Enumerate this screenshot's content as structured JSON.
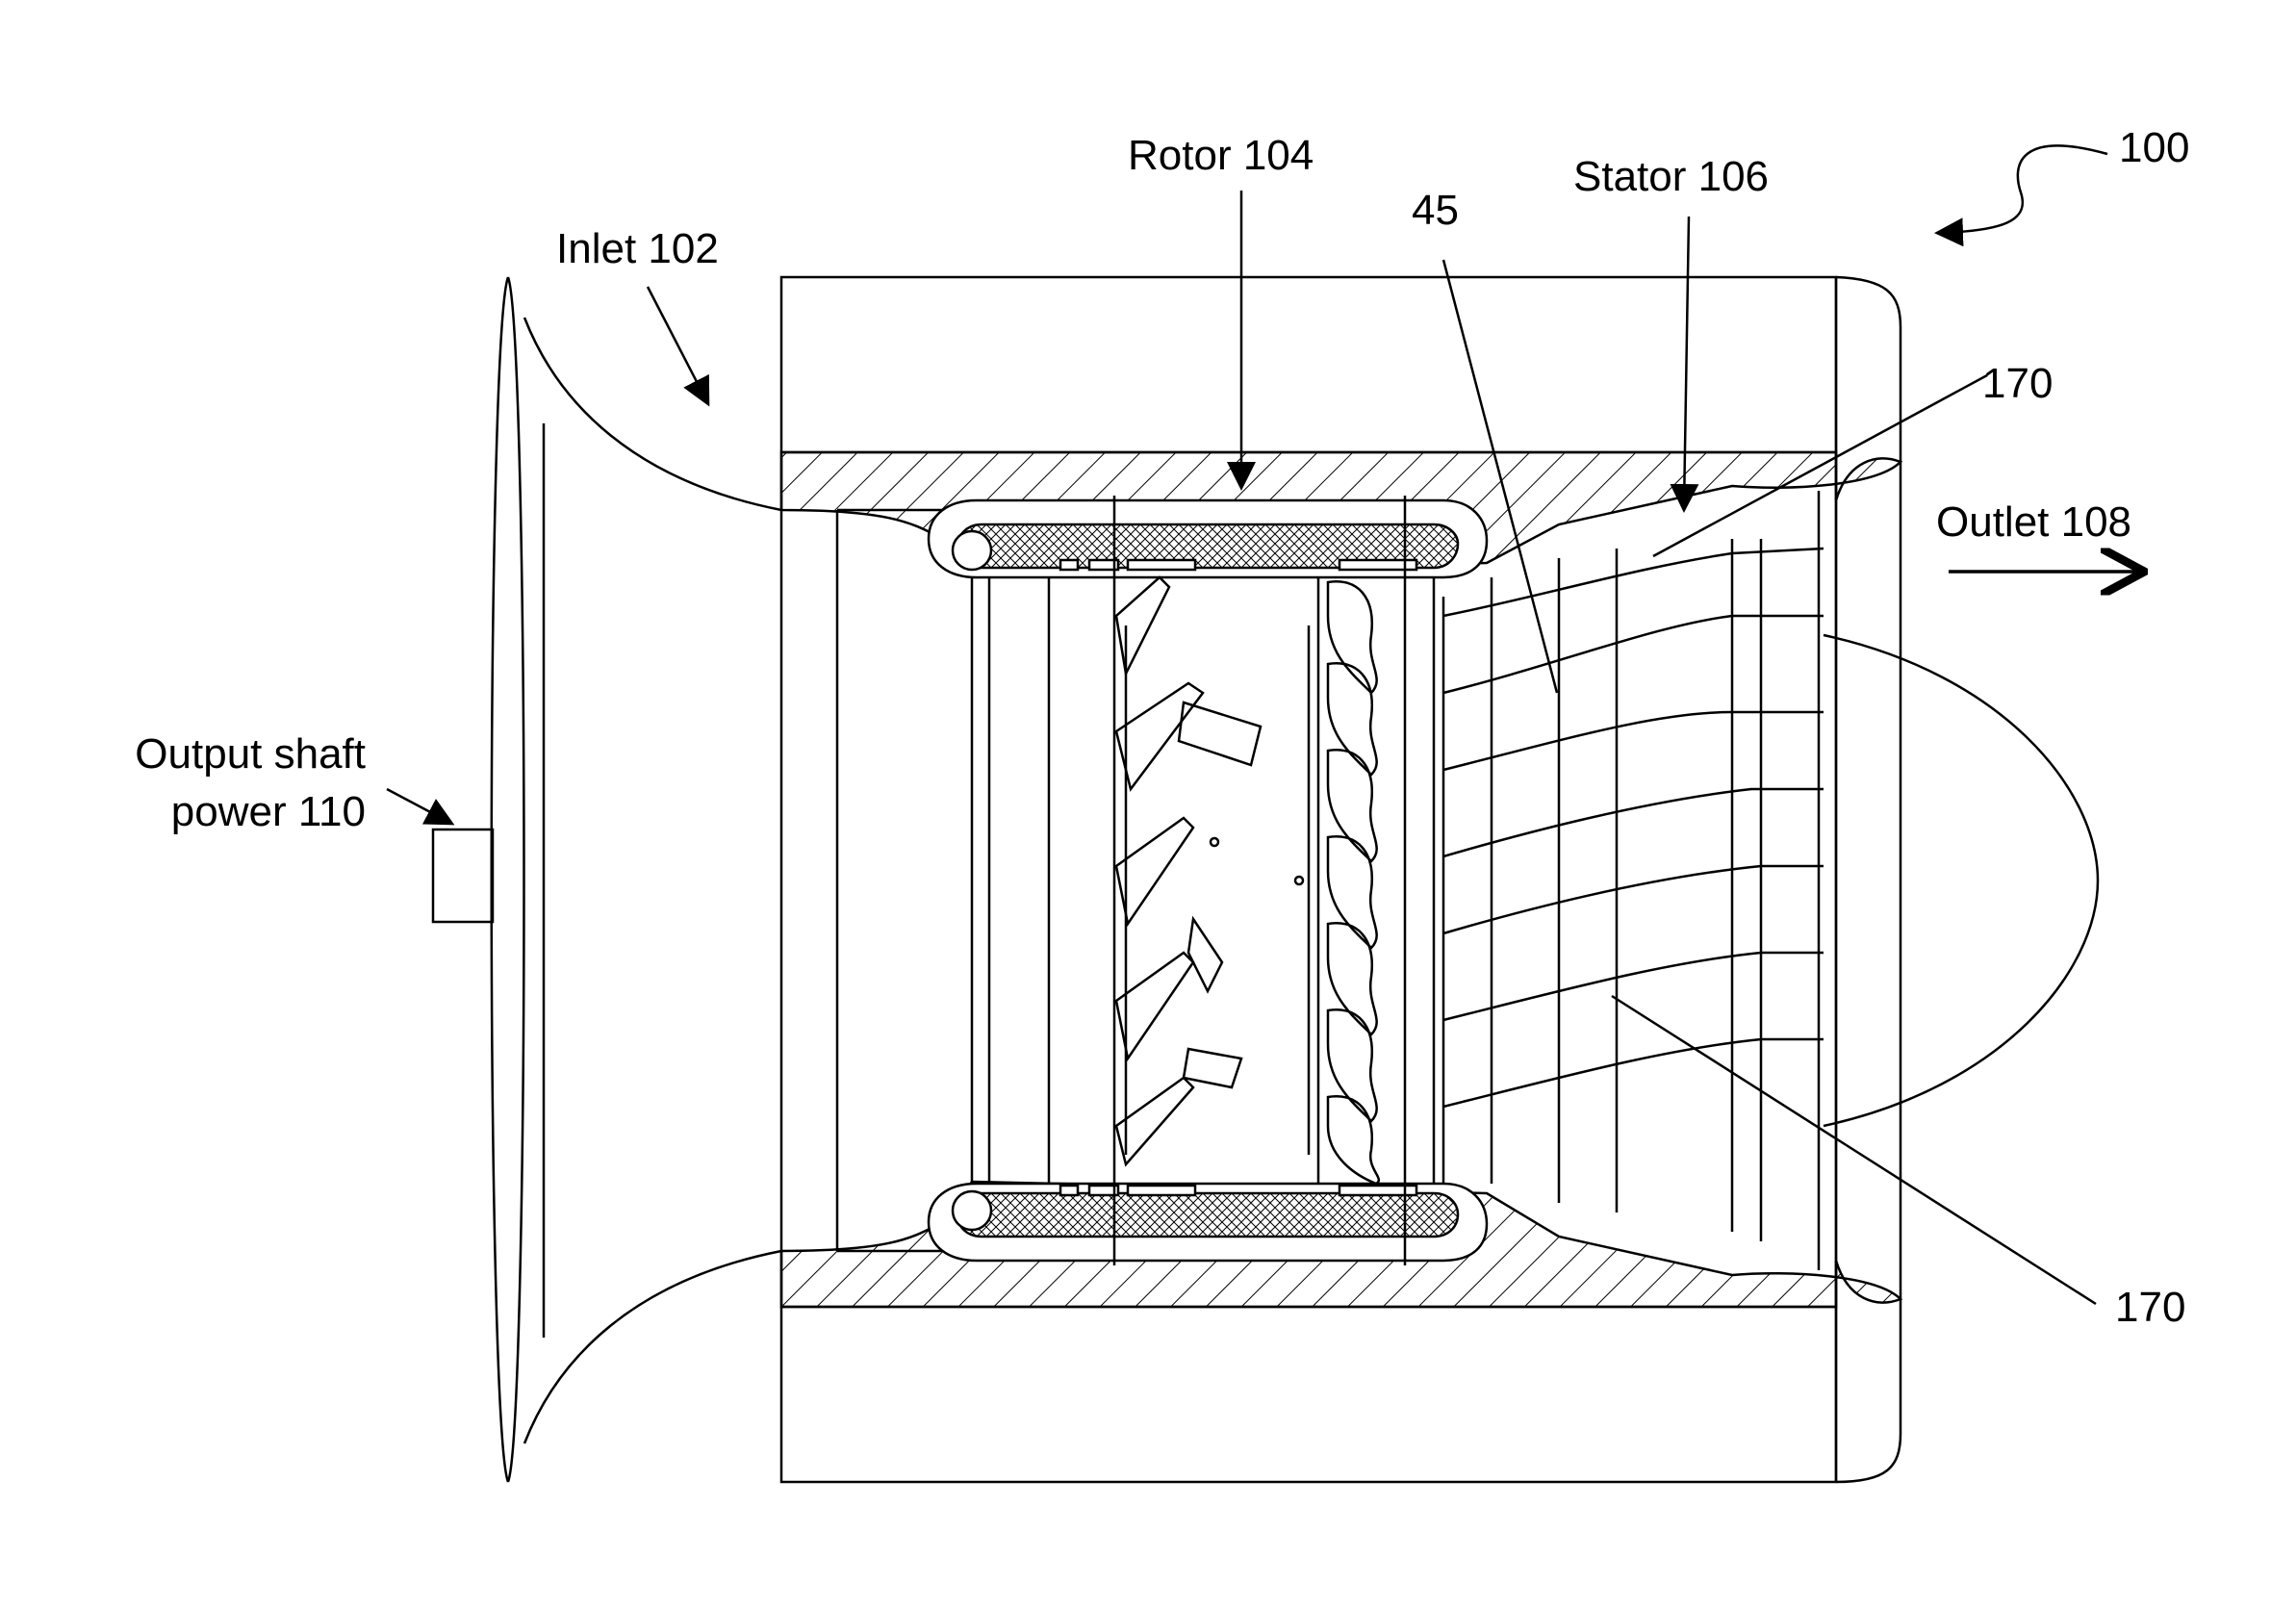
{
  "figure": {
    "reference_numeral": "100",
    "labels": {
      "inlet": "Inlet 102",
      "rotor": "Rotor 104",
      "stator": "Stator 106",
      "outlet": "Outlet 108",
      "output_shaft_line1": "Output shaft",
      "output_shaft_line2": "power 110",
      "angle": "45",
      "passage_top": "170",
      "passage_bottom": "170"
    }
  }
}
